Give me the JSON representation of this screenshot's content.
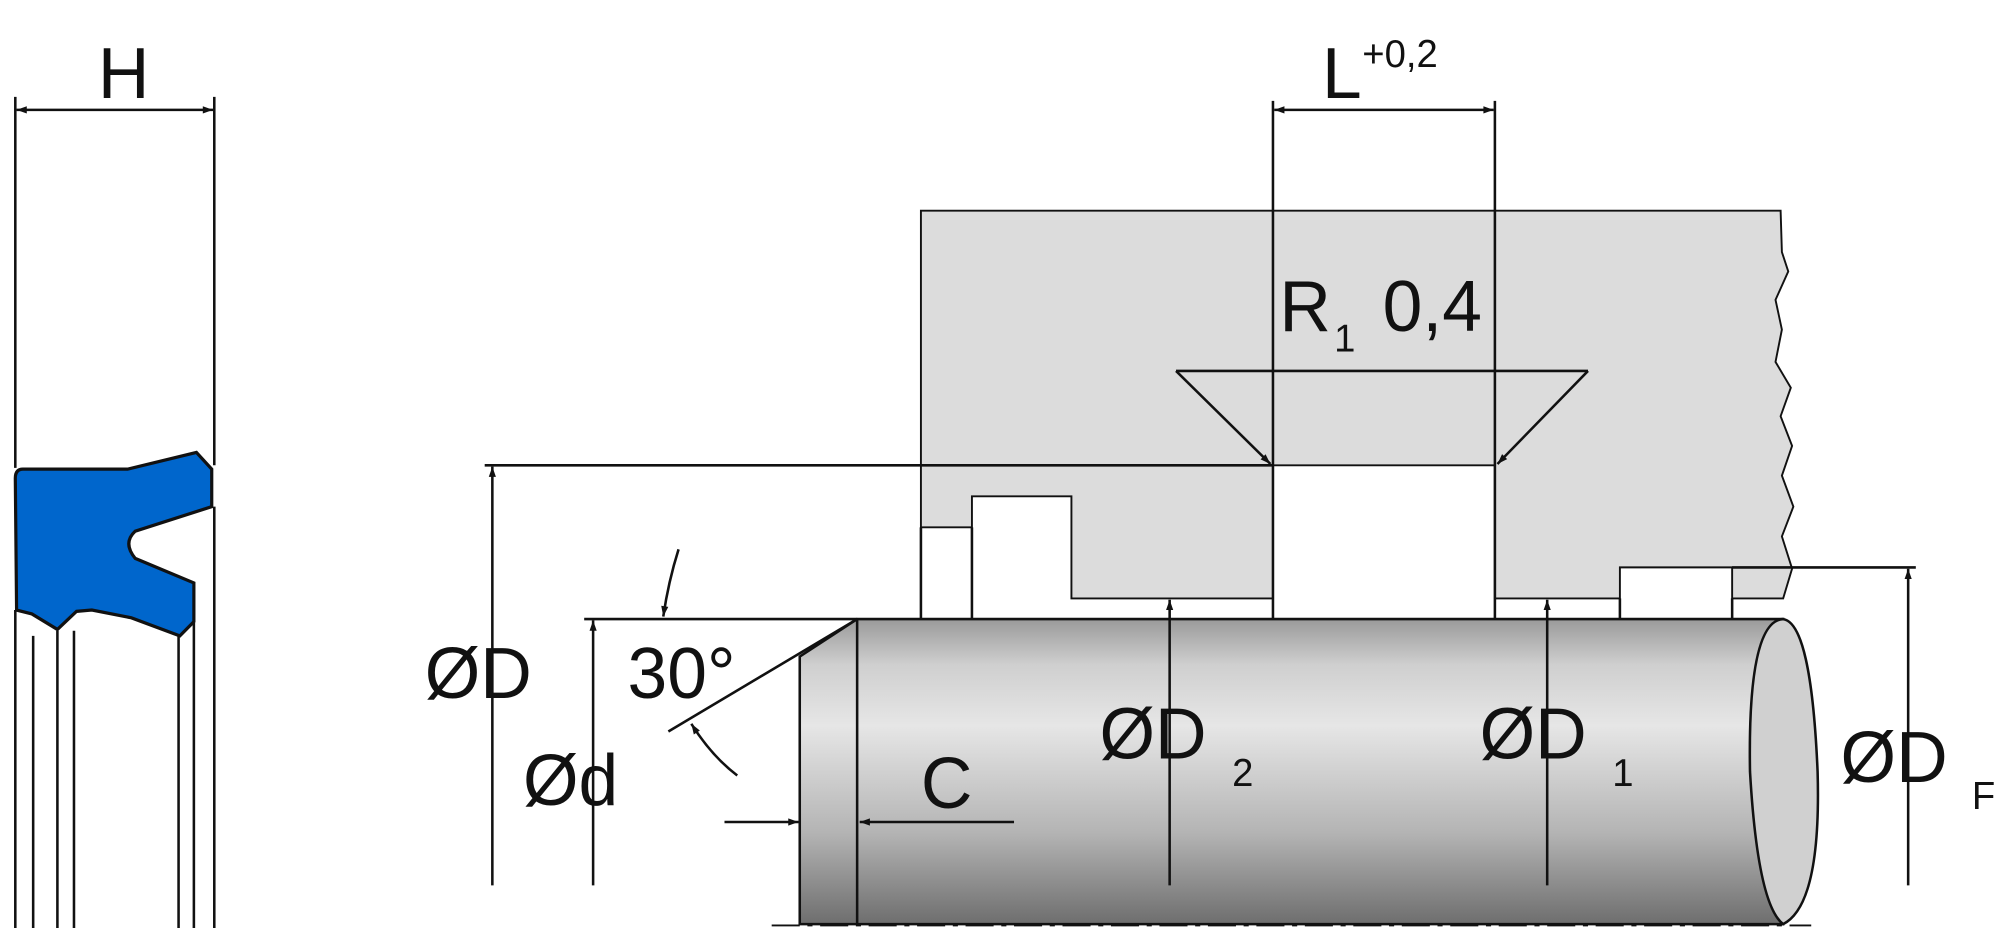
{
  "labels": {
    "H": "H",
    "L": "L",
    "L_tol": "+0,2",
    "R": "R",
    "R_sub": "1",
    "R_value": "0,4",
    "D": "ØD",
    "d": "Ød",
    "angle": "30°",
    "C": "C",
    "D2": "ØD",
    "D2_sub": "2",
    "D1": "ØD",
    "D1_sub": "1",
    "DF": "ØD",
    "DF_sub": "F"
  },
  "colors": {
    "seal": "#0066cc",
    "housing": "#dcdcdc",
    "rod_light": "#e4e4e4",
    "rod_dark": "#7a7a7a"
  }
}
